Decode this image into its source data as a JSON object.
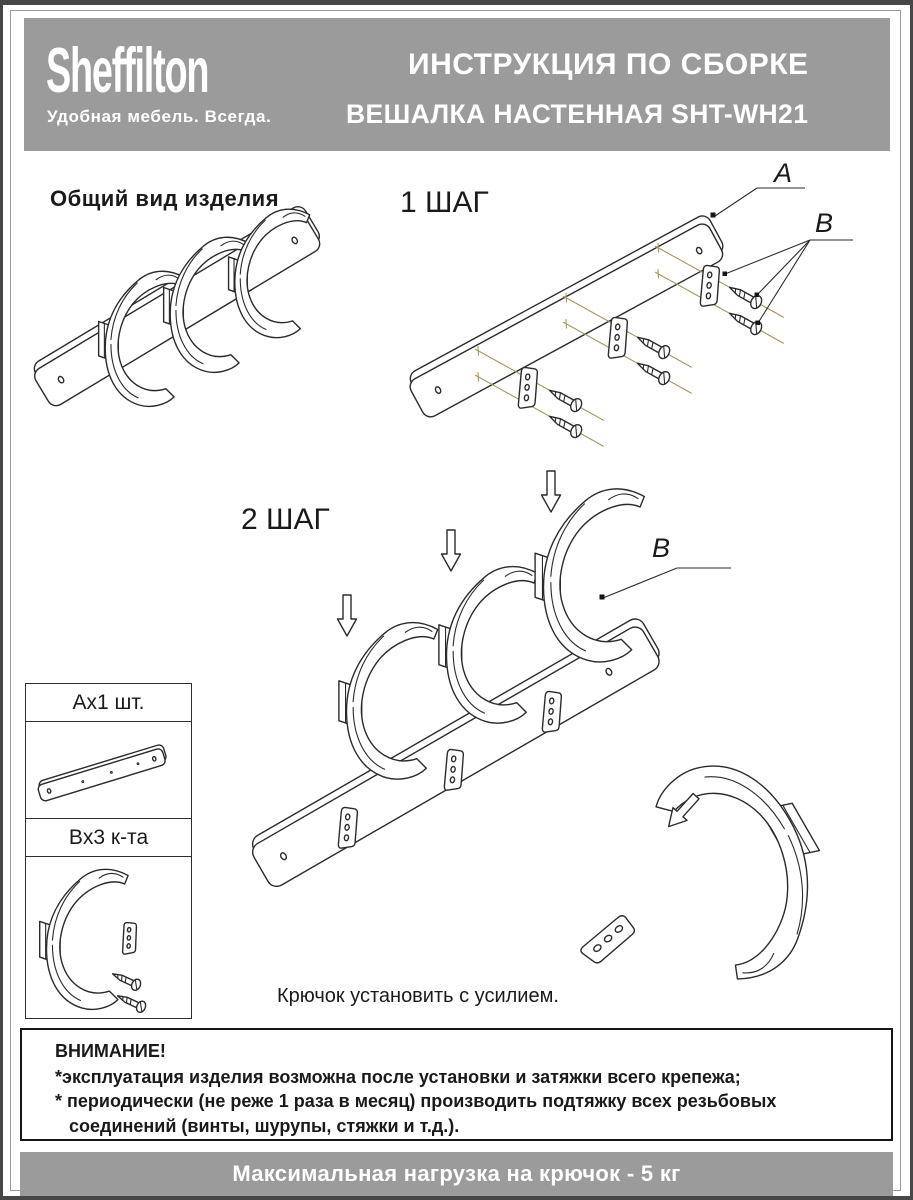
{
  "header": {
    "logo": "Sheffilton",
    "tagline": "Удобная мебель. Всегда.",
    "title_line1": "ИНСТРУКЦИЯ ПО СБОРКЕ",
    "title_line2": "ВЕШАЛКА НАСТЕННАЯ SHT-WH21"
  },
  "labels": {
    "overview": "Общий вид изделия",
    "step1": "1 ШАГ",
    "step2": "2 ШАГ",
    "part_a": "A",
    "part_b_step1": "B",
    "part_b_step2": "B",
    "hook_note": "Крючок установить с усилием."
  },
  "parts_box": {
    "part_a_qty": "Ax1 шт.",
    "part_b_qty": "Bx3 к-та"
  },
  "warning": {
    "title": "ВНИМАНИЕ!",
    "lines": [
      "*эксплуатация изделия возможна после установки и затяжки всего крепежа;",
      "* периодически (не реже 1 раза в месяц) производить подтяжку всех резьбовых",
      "соединений (винты, шурупы, стяжки и т.д.)."
    ]
  },
  "footer": {
    "max_load_note": "Максимальная нагрузка на крючок - 5 кг"
  },
  "colors": {
    "header_bg": "#9b9b9b",
    "footer_bg": "#9b9b9b",
    "frame_outer": "#474747",
    "frame_inner": "#9a9a9a",
    "drawing_line": "#2b2b2b",
    "screw_axis_line": "#a69760"
  }
}
